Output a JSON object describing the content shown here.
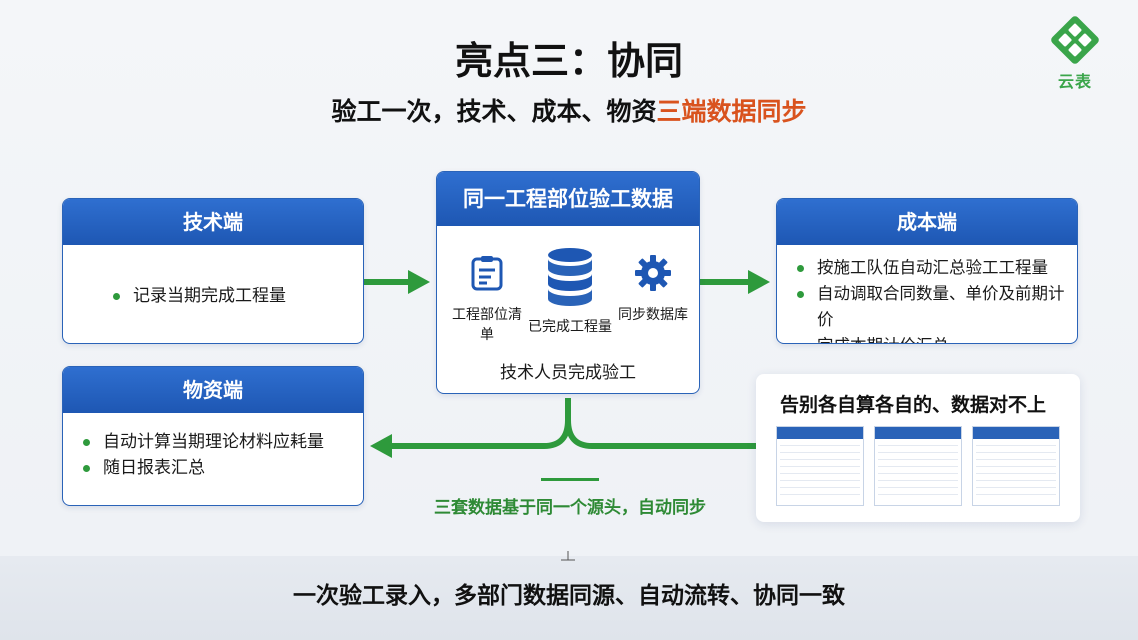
{
  "title": "亮点三：协同",
  "subtitle_prefix": "验工一次，技术、成本、物资",
  "subtitle_highlight": "三端数据同步",
  "logo_text": "云表",
  "tech": {
    "title": "技术端",
    "items": [
      "记录当期完成工程量"
    ]
  },
  "material": {
    "title": "物资端",
    "items": [
      "自动计算当期理论材料应耗量",
      "随日报表汇总"
    ]
  },
  "cost": {
    "title": "成本端",
    "items": [
      "按施工队伍自动汇总验工工程量",
      "自动调取合同数量、单价及前期计价",
      "完成本期计价汇总"
    ]
  },
  "center": {
    "title": "同一工程部位验工数据",
    "icon_left_label": "工程部位清单",
    "icon_mid_label": "已完成工程量",
    "icon_right_label": "同步数据库",
    "footer": "技术人员完成验工"
  },
  "tables_box": {
    "title": "告别各自算各自的、数据对不上"
  },
  "sync_text": "三套数据基于同一个源头，自动同步",
  "bottom_text": "一次验工录入，多部门数据同源、自动流转、协同一致",
  "colors": {
    "accent_blue": "#1e57b3",
    "accent_green": "#2e9a3c",
    "highlight_orange": "#d9531e"
  }
}
